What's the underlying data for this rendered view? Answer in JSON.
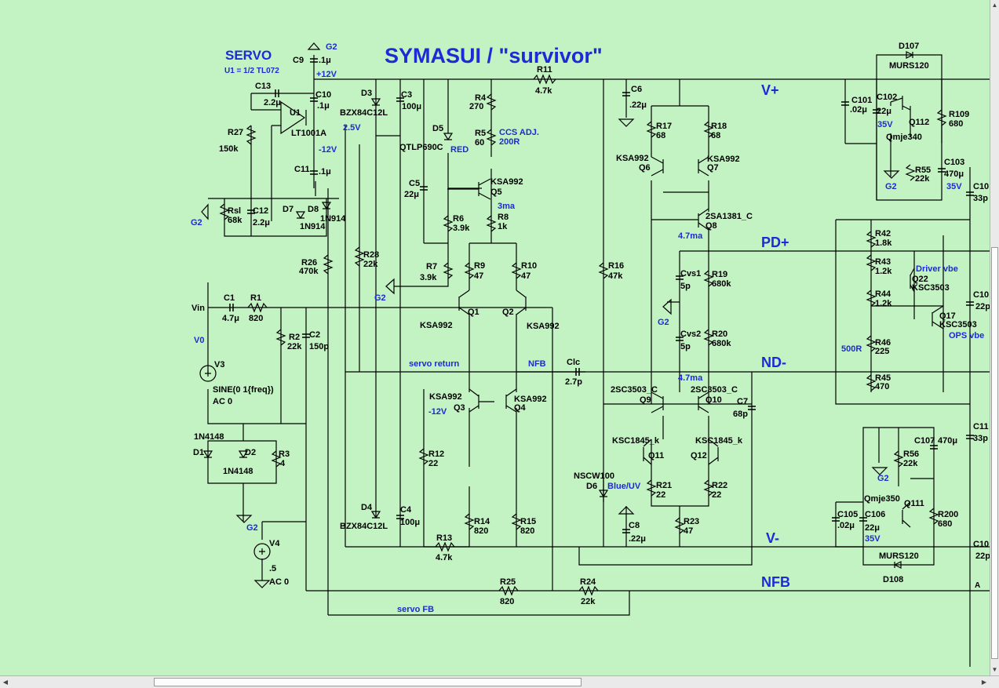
{
  "title": "SYMASUI / \"survivor\"",
  "servo": {
    "label": "SERVO",
    "u1_note": "U1 = 1/2 TL072"
  },
  "nets": {
    "vplus": "V+",
    "pdplus": "PD+",
    "ndminus": "ND-",
    "vminus": "V-",
    "nfb": "NFB",
    "a": "A"
  },
  "blue_labels": {
    "plus12v": "+12V",
    "minus12v": "-12V",
    "v2_5": "2.5V",
    "minus12v_b": "-12V",
    "v0": "V0",
    "ma3": "3ma",
    "ma47a": "4.7ma",
    "ma47b": "4.7ma",
    "g2": "G2",
    "red": "RED",
    "ccs_adj": "CCS ADJ.",
    "r200": "200R",
    "servo_return": "servo return",
    "nfb_small": "NFB",
    "blue_uv": "Blue/UV",
    "v35a": "35V",
    "v35b": "35V",
    "v35c": "35V",
    "r500": "500R",
    "driver_vbe": "Driver vbe",
    "ops_vbe": "OPS vbe",
    "servo_fb": "servo FB"
  },
  "components": {
    "c9": "C9",
    "c9v": ".1μ",
    "c13": "C13",
    "c13v": "2.2μ",
    "c10": "C10",
    "c10v": ".1μ",
    "r27": "R27",
    "r27v": "150k",
    "u1": "U1",
    "u1v": "LT1001A",
    "c11": "C11",
    "c11v": ".1μ",
    "rsl": "Rsl",
    "rslv": "68k",
    "c12": "C12",
    "c12v": "2.2μ",
    "d7": "D7",
    "d8": "D8",
    "d8v": "1N914",
    "d7v": "1N914",
    "r26": "R26",
    "r26v": "470k",
    "d3": "D3",
    "d3v": "BZX84C12L",
    "c3": "C3",
    "c3v": "100μ",
    "d5": "D5",
    "d5v": "QTLP690C",
    "r4": "R4",
    "r4v": "270",
    "r5": "R5",
    "r5v": "60",
    "r11": "R11",
    "r11v": "4.7k",
    "c6": "C6",
    "c6v": ".22μ",
    "c5": "C5",
    "c5v": "22μ",
    "q5": "Q5",
    "q5v": "KSA992",
    "r6": "R6",
    "r6v": "3.9k",
    "r8": "R8",
    "r8v": "1k",
    "r28": "R28",
    "r28v": "22k",
    "r7": "R7",
    "r7v": "3.9k",
    "r9": "R9",
    "r9v": "47",
    "r10": "R10",
    "r10v": "47",
    "r16": "R16",
    "r16v": "47k",
    "q1": "Q1",
    "q1v": "KSA992",
    "q2": "Q2",
    "q2v": "KSA992",
    "vin": "Vin",
    "c1": "C1",
    "c1v": "4.7μ",
    "r1": "R1",
    "r1v": "820",
    "r2": "R2",
    "r2v": "22k",
    "c2": "C2",
    "c2v": "150p",
    "v3": "V3",
    "v3v": "SINE(0 1{freq})",
    "v3ac": "AC 0",
    "d1": "D1",
    "d1v": "1N4148",
    "d2": "D2",
    "d2v": "1N4148",
    "r3": "R3",
    "r3v": "4",
    "v4": "V4",
    "v4v": ".5",
    "v4ac": "AC 0",
    "q3": "Q3",
    "q3v": "KSA992",
    "q4": "Q4",
    "q4v": "KSA992",
    "r12": "R12",
    "r12v": "22",
    "d4": "D4",
    "d4v": "BZX84C12L",
    "c4": "C4",
    "c4v": "100μ",
    "r13": "R13",
    "r13v": "4.7k",
    "r14": "R14",
    "r14v": "820",
    "r15": "R15",
    "r15v": "820",
    "r25": "R25",
    "r25v": "820",
    "r24": "R24",
    "r24v": "22k",
    "clc": "Clc",
    "clcv": "2.7p",
    "r17": "R17",
    "r17v": "68",
    "r18": "R18",
    "r18v": "68",
    "q6": "Q6",
    "q6v": "KSA992",
    "q7": "Q7",
    "q7v": "KSA992",
    "q8": "Q8",
    "q8v": "2SA1381_C",
    "cvs1": "Cvs1",
    "cvs1v": "5p",
    "r19": "R19",
    "r19v": "680k",
    "cvs2": "Cvs2",
    "cvs2v": "5p",
    "r20": "R20",
    "r20v": "680k",
    "q9": "Q9",
    "q9v": "2SC3503_C",
    "q10": "Q10",
    "q10v": "2SC3503_C",
    "c7": "C7",
    "c7v": "68p",
    "q11": "Q11",
    "q11v": "KSC1845_k",
    "q12": "Q12",
    "q12v": "KSC1845_k",
    "d6": "D6",
    "d6v": "NSCW100",
    "r21": "R21",
    "r21v": "22",
    "r22": "R22",
    "r22v": "22",
    "c8": "C8",
    "c8v": ".22μ",
    "r23": "R23",
    "r23v": "47",
    "d107": "D107",
    "d107v": "MURS120",
    "c101": "C101",
    "c101v": ".02μ",
    "c102": "C102",
    "c102v": "22μ",
    "q112": "Q112",
    "q112v": "Qmje340",
    "r109": "R109",
    "r109v": "680",
    "r55": "R55",
    "r55v": "22k",
    "c103": "C103",
    "c103v": "470μ",
    "c10x": "C10",
    "c10xv": "33p",
    "r42": "R42",
    "r42v": "1.8k",
    "r43": "R43",
    "r43v": "1.2k",
    "q22": "Q22",
    "q22v": "KSC3503",
    "r44": "R44",
    "r44v": "1.2k",
    "q17": "Q17",
    "q17v": "KSC3503",
    "r46": "R46",
    "r46v": "225",
    "r45": "R45",
    "r45v": "470",
    "c10y": "C10",
    "c10yv": "22p",
    "c11x": "C11",
    "c11xv": "33p",
    "c107": "C107",
    "c107v": "470μ",
    "r56": "R56",
    "r56v": "22k",
    "q111": "Q111",
    "q111v": "Qmje350",
    "c105": "C105",
    "c105v": ".02μ",
    "c106": "C106",
    "c106v": "22μ",
    "r200": "R200",
    "r200v": "680",
    "d108": "D108",
    "d108v": "MURS120",
    "c10z": "C10",
    "c10zv": "22p"
  }
}
